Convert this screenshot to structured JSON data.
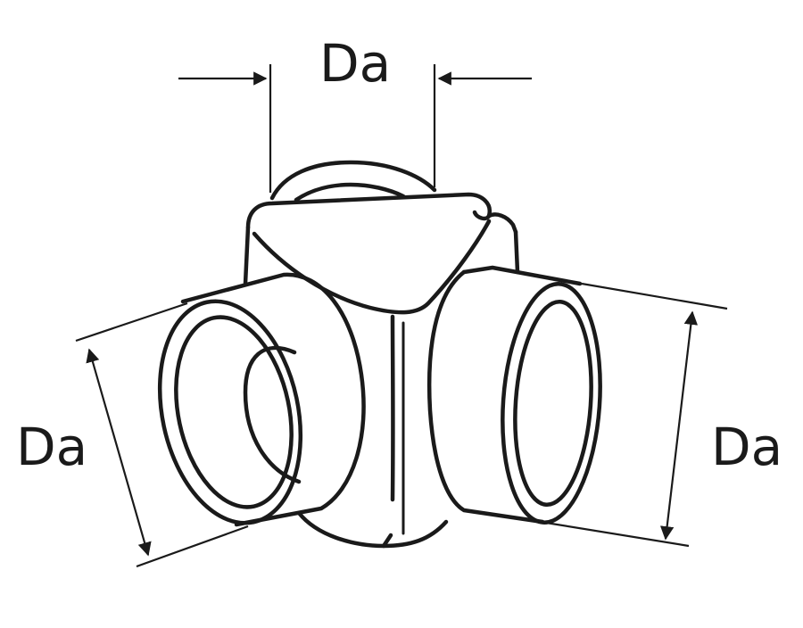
{
  "diagram": {
    "dimensions": {
      "top_label": "Da",
      "left_label": "Da",
      "right_label": "Da"
    },
    "colors": {
      "stroke": "#1a1a1a",
      "background": "#ffffff"
    }
  }
}
